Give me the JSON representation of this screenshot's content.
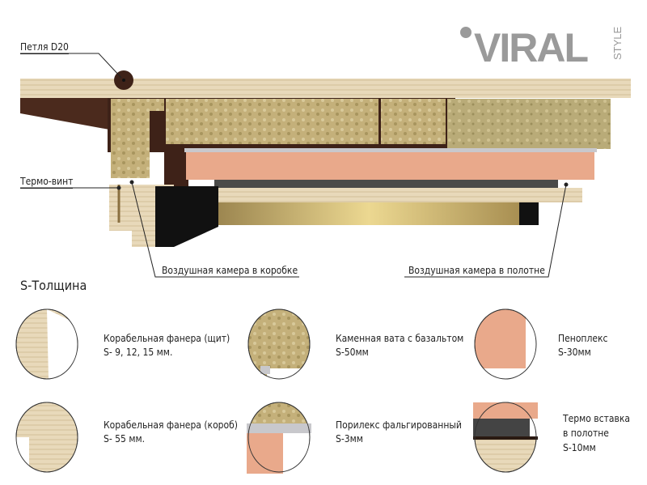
{
  "logo": {
    "brand": "VIRAL",
    "sub": "STYLE",
    "color": "#9a9a9a"
  },
  "diagram": {
    "labels": {
      "hinge": "Петля D20",
      "thermo_screw": "Термо-винт",
      "air_box": "Воздушная камера в коробке",
      "air_leaf": "Воздушная камера в полотне"
    }
  },
  "legend": {
    "title": "S-Толщина",
    "items": [
      {
        "name": "Корабельная фанера (щит)",
        "size": "S- 9, 12, 15 мм."
      },
      {
        "name": "Каменная вата с базальтом",
        "size": "S-50мм"
      },
      {
        "name": "Пеноплекс",
        "size": "S-30мм"
      },
      {
        "name": "Корабельная фанера (короб)",
        "size": "S- 55 мм."
      },
      {
        "name": "Порилекс фальгированный",
        "size": "S-3мм"
      },
      {
        "name": "Термо вставка",
        "name2": "в полотне",
        "size": "S-10мм"
      }
    ]
  },
  "colors": {
    "plywood": "#e6d6b6",
    "wool": "#bfae7a",
    "penoplex": "#e8a88a",
    "frame": "#4a2a1e",
    "gold": "#c9b169"
  }
}
